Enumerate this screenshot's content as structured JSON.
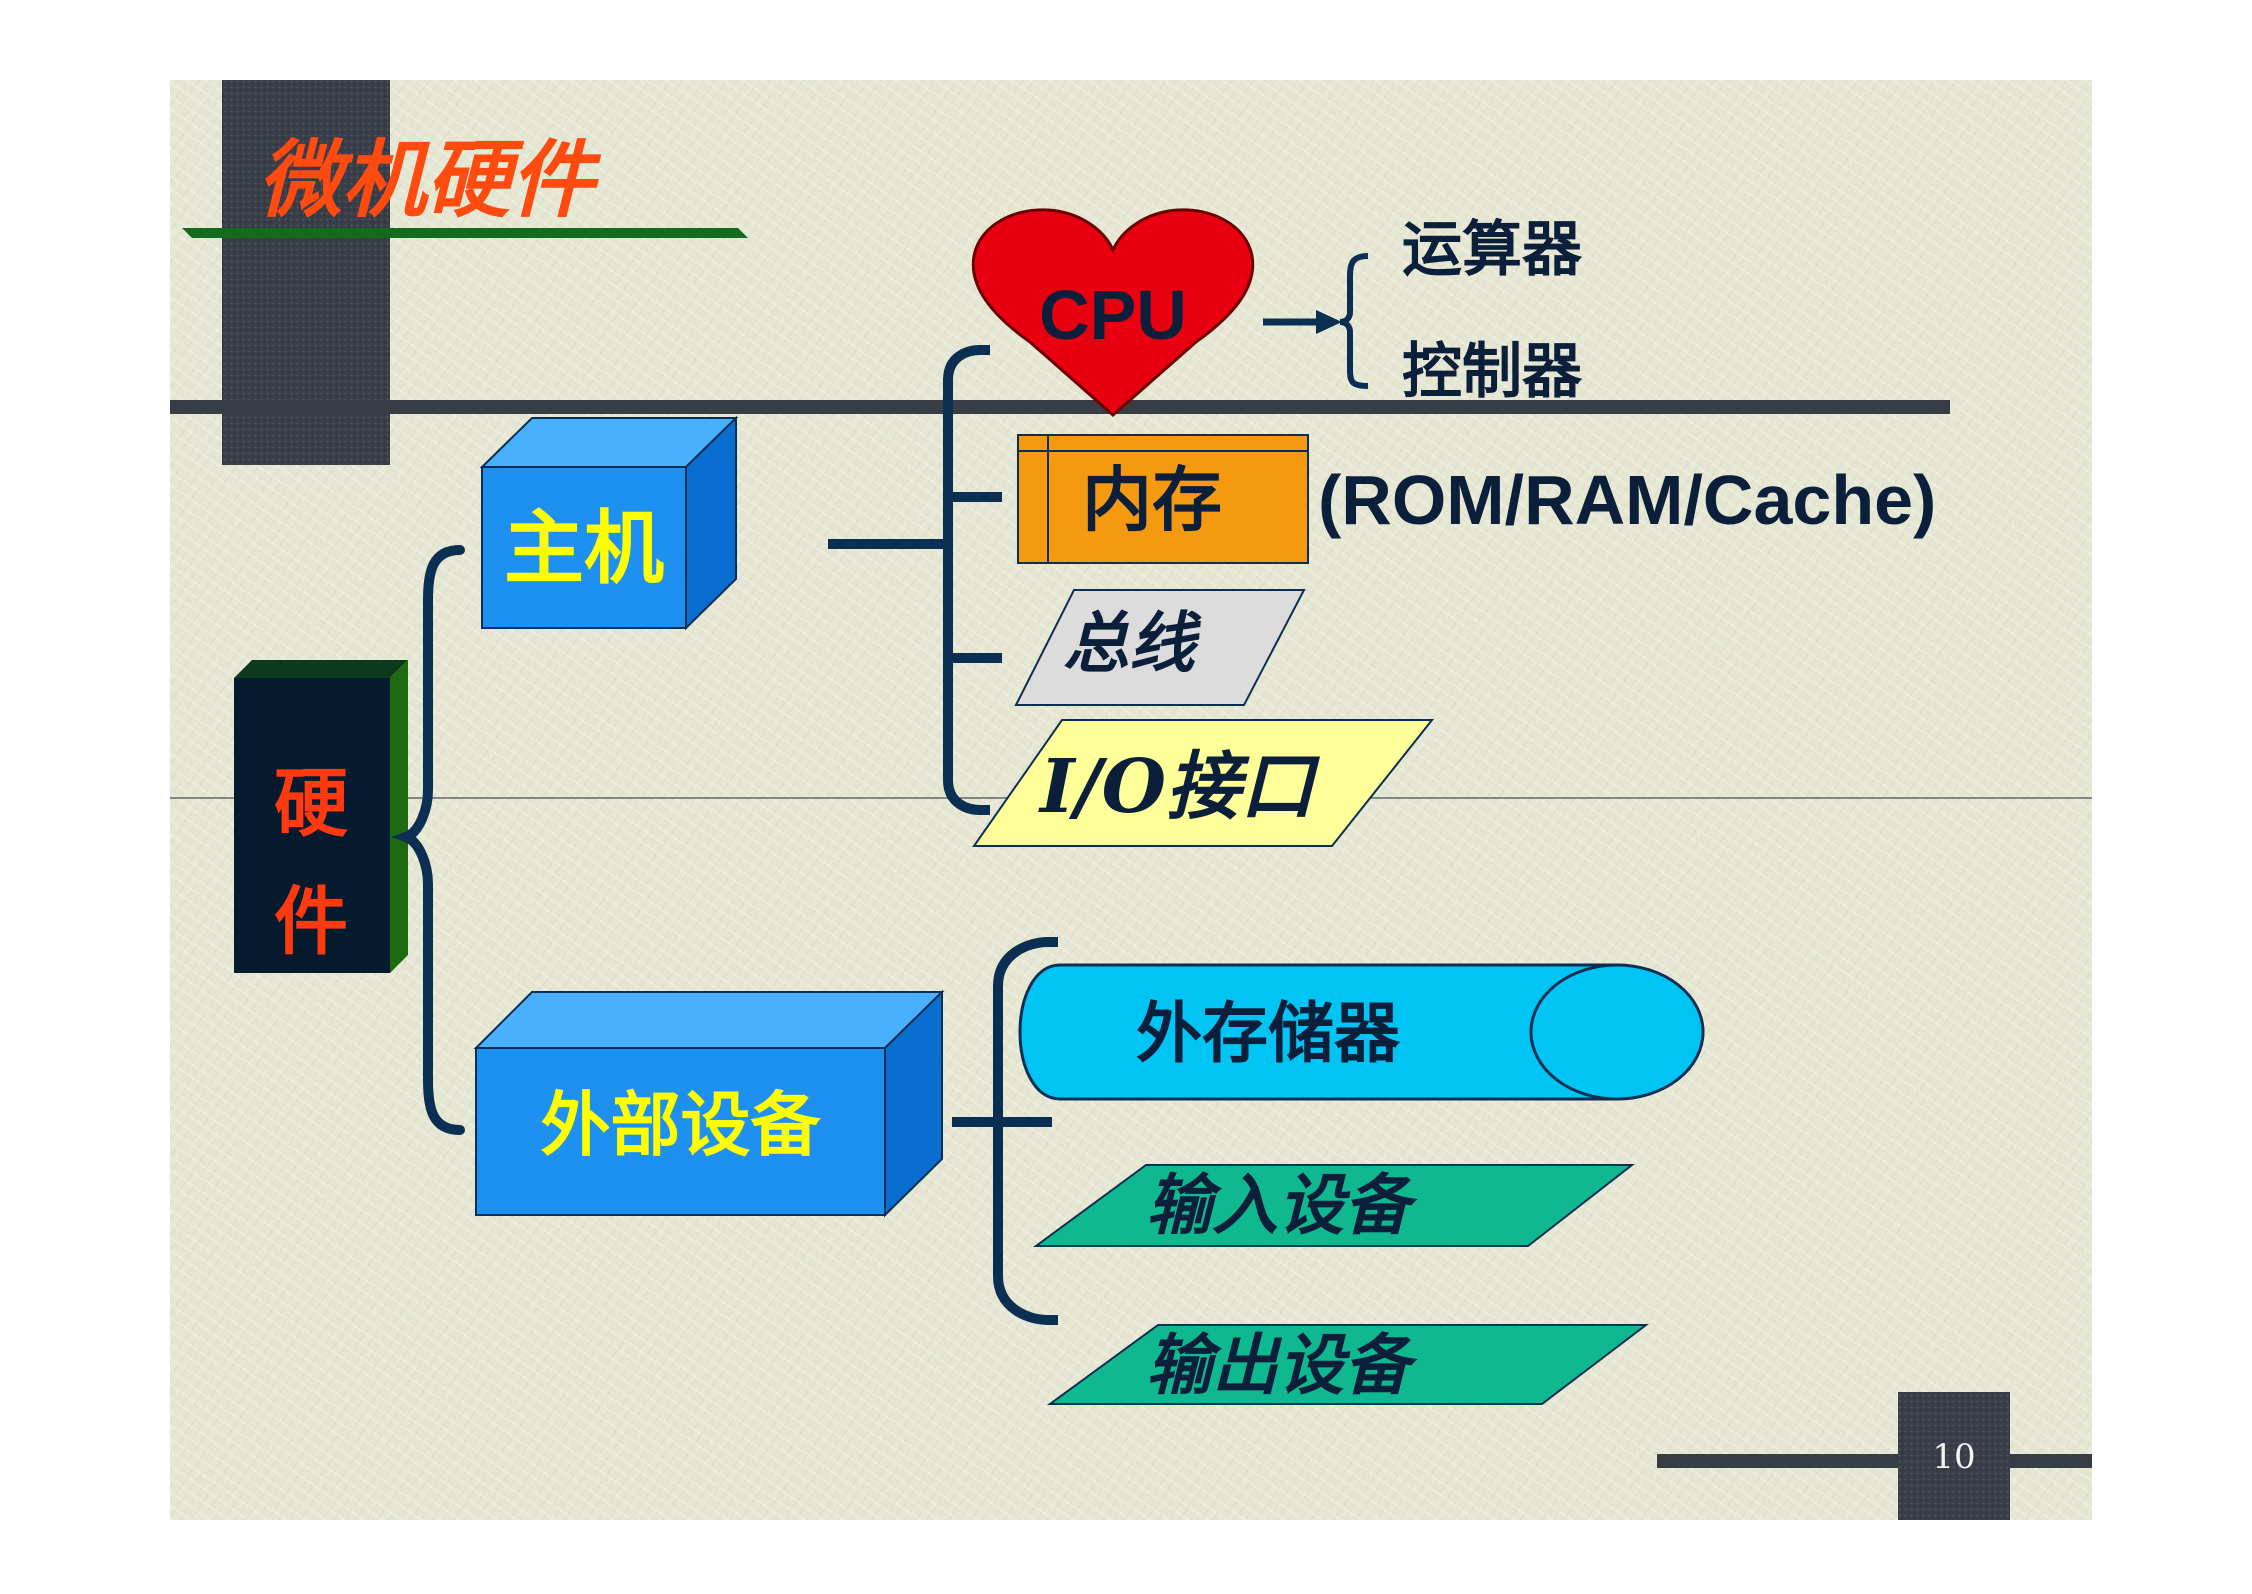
{
  "slide": {
    "title": "微机硬件",
    "page_number": "10"
  },
  "diagram": {
    "root": "硬件",
    "host": {
      "label": "主机",
      "cpu": {
        "label": "CPU",
        "parts": [
          "运算器",
          "控制器"
        ]
      },
      "memory": {
        "label": "内存",
        "note": "(ROM/RAM/Cache)"
      },
      "bus": "总线",
      "io": "I/O接口"
    },
    "peripherals": {
      "label": "外部设备",
      "storage": "外存储器",
      "input": "输入设备",
      "output": "输出设备"
    }
  },
  "colors": {
    "background": "#e6e7d3",
    "title": "#ff4a10",
    "box_blue": "#1e90f0",
    "box_label": "#ffff00",
    "cpu_heart": "#e80010",
    "memory": "#f59a10",
    "bus": "#dcdcdc",
    "io": "#ffff99",
    "storage": "#00c4f4",
    "io_devices": "#10b890",
    "lines": "#0b2f52",
    "dark_bar": "#383c44"
  }
}
